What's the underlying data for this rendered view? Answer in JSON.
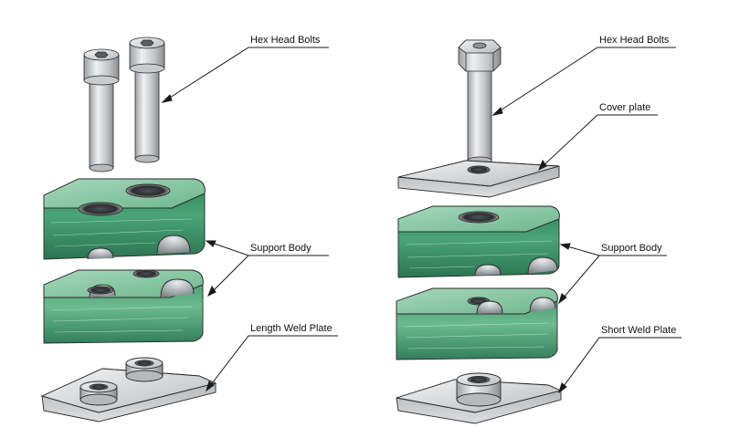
{
  "colors": {
    "green": "#3f9a6c",
    "green_light": "#8ccaa6",
    "green_dark": "#2b7150",
    "steel": "#d4d6d8",
    "steel_dark": "#8c9094",
    "outline": "#2a2a2a"
  },
  "left_assembly": {
    "labels": {
      "bolts": "Hex Head Bolts",
      "support_body": "Support Body",
      "weld_plate": "Length Weld Plate"
    }
  },
  "right_assembly": {
    "labels": {
      "bolts": "Hex Head Bolts",
      "cover_plate": "Cover plate",
      "support_body": "Support Body",
      "weld_plate": "Short Weld Plate"
    }
  }
}
